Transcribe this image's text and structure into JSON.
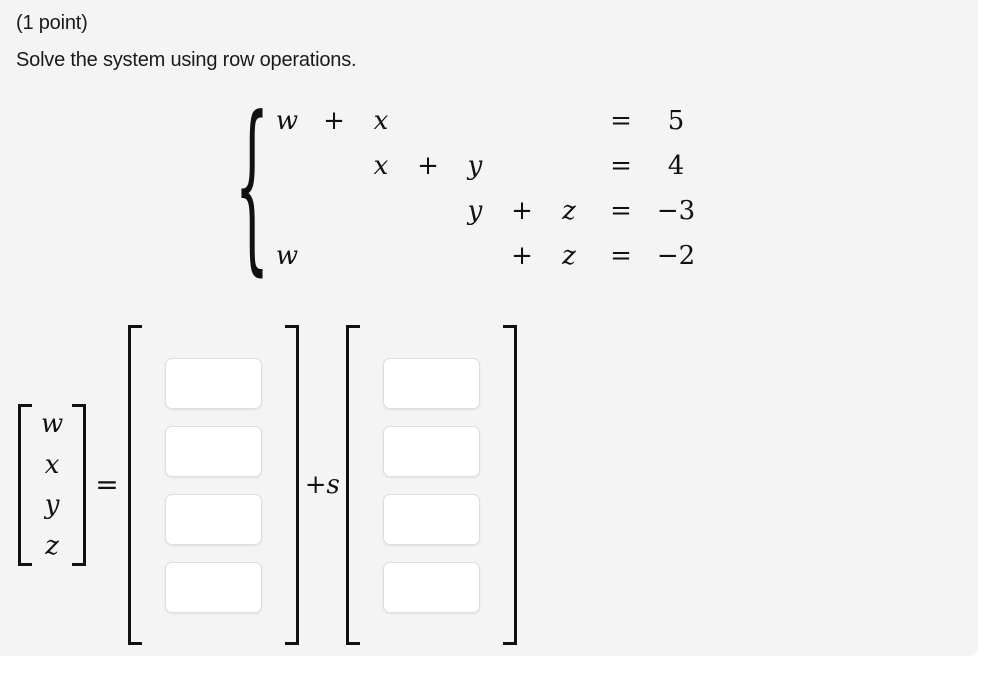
{
  "panel": {
    "background_color": "#f4f4f4",
    "page_background_color": "#ffffff"
  },
  "header": {
    "points_label": "(1 point)",
    "prompt": "Solve the system using row operations."
  },
  "system": {
    "brace": "{",
    "equations": [
      {
        "w_term": "w",
        "op1": "+",
        "x_term": "x",
        "op2": "",
        "y_term": "",
        "op3": "",
        "z_term": "",
        "relation": "=",
        "rhs": "5"
      },
      {
        "w_term": "",
        "op1": "",
        "x_term": "x",
        "op2": "+",
        "y_term": "y",
        "op3": "",
        "z_term": "",
        "relation": "=",
        "rhs": "4"
      },
      {
        "w_term": "",
        "op1": "",
        "x_term": "",
        "op2": "",
        "y_term": "y",
        "op3": "+",
        "z_term": "z",
        "relation": "=",
        "rhs": "−3"
      },
      {
        "w_term": "w",
        "op1": "",
        "x_term": "",
        "op2": "",
        "y_term": "",
        "op3": "+",
        "z_term": "z",
        "relation": "=",
        "rhs": "−2"
      }
    ]
  },
  "solution": {
    "variable_vector": [
      "w",
      "x",
      "y",
      "z"
    ],
    "equals_sign": "=",
    "plus_label": "+",
    "scalar_label": "s",
    "particular_matrix": {
      "name": "particular-solution-vector",
      "rows": 4,
      "values": [
        "",
        "",
        "",
        ""
      ],
      "placeholders": [
        "",
        "",
        "",
        ""
      ]
    },
    "homogeneous_matrix": {
      "name": "free-parameter-vector",
      "rows": 4,
      "values": [
        "",
        "",
        "",
        ""
      ],
      "placeholders": [
        "",
        "",
        "",
        ""
      ]
    }
  }
}
